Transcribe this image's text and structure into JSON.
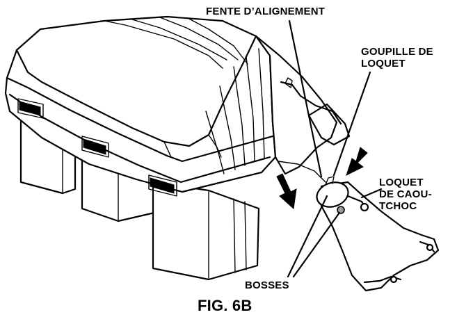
{
  "figure": {
    "caption": "FIG. 6B",
    "labels": {
      "alignment_slot": "FENTE D’ALIGNEMENT",
      "latch_pin": [
        "GOUPILLE DE",
        "LOQUET"
      ],
      "rubber_latch": [
        "LOQUET",
        "DE CAOU-",
        "TCHOC"
      ],
      "bosses": "BOSSES"
    },
    "line_color": "#000000",
    "background_color": "#ffffff"
  }
}
